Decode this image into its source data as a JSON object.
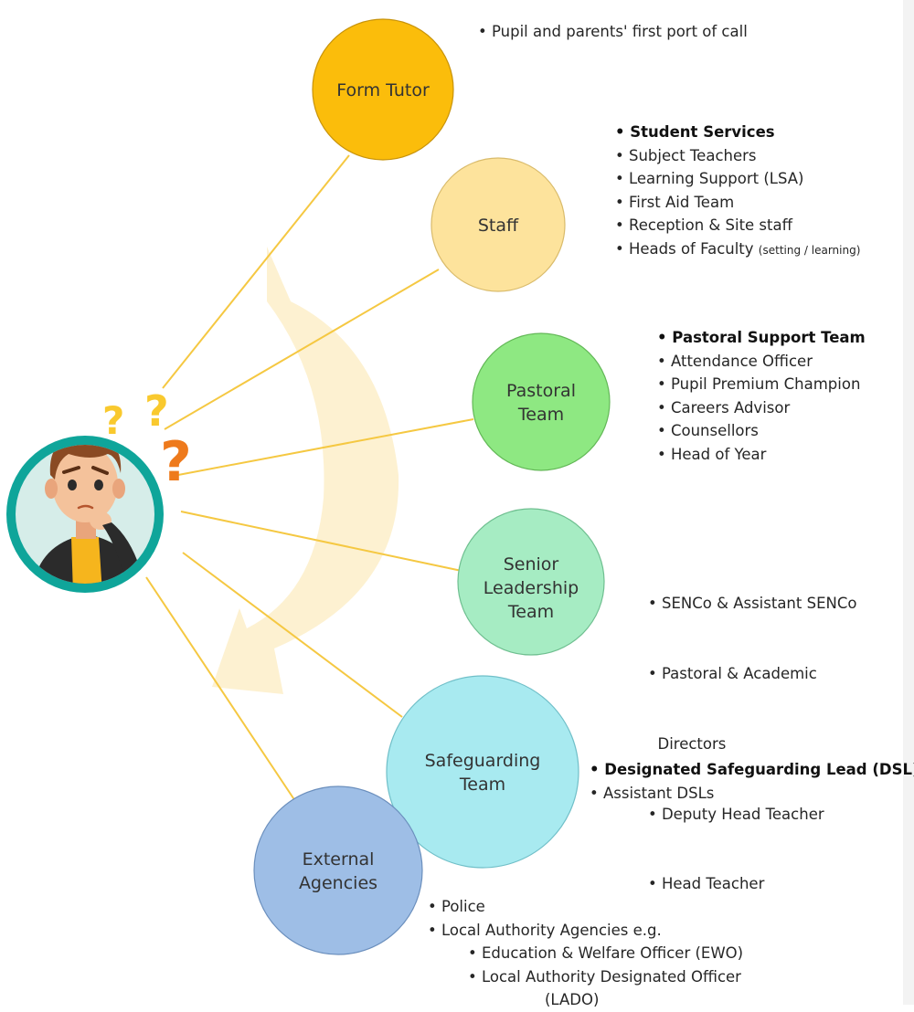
{
  "nodes": [
    {
      "id": "form-tutor",
      "lines": [
        "Form Tutor"
      ],
      "color": "#fbbd0b",
      "stroke": "#c8930a"
    },
    {
      "id": "staff",
      "lines": [
        "Staff"
      ],
      "color": "#fde39c",
      "stroke": "#d9bb6b"
    },
    {
      "id": "pastoral-team",
      "lines": [
        "Pastoral",
        "Team"
      ],
      "color": "#8ee882",
      "stroke": "#63b857"
    },
    {
      "id": "senior-leadership-team",
      "lines": [
        "Senior",
        "Leadership",
        "Team"
      ],
      "color": "#a6ecc3",
      "stroke": "#6fbf90"
    },
    {
      "id": "safeguarding-team",
      "lines": [
        "Safeguarding",
        "Team"
      ],
      "color": "#a8eaf0",
      "stroke": "#70bfc8"
    },
    {
      "id": "external-agencies",
      "lines": [
        "External",
        "Agencies"
      ],
      "color": "#9ebee6",
      "stroke": "#6b8fbd"
    }
  ],
  "lists": {
    "form_tutor": [
      {
        "text": "• Pupil and parents' first port of call"
      }
    ],
    "staff": [
      {
        "text": "• Student Services",
        "bold": true
      },
      {
        "text": "• Subject Teachers"
      },
      {
        "text": "• Learning Support (LSA)"
      },
      {
        "text": "• First Aid Team"
      },
      {
        "text": "• Reception & Site staff"
      },
      {
        "text": "• Heads of Faculty",
        "small": "(setting / learning)"
      }
    ],
    "pastoral": [
      {
        "text": "• Pastoral Support Team",
        "bold": true
      },
      {
        "text": "• Attendance Officer"
      },
      {
        "text": "• Pupil Premium Champion"
      },
      {
        "text": "• Careers Advisor"
      },
      {
        "text": "• Counsellors"
      },
      {
        "text": "• Head of Year"
      }
    ],
    "senior": [
      {
        "text": "• SENCo & Assistant SENCo"
      },
      {
        "text": "• Pastoral & Academic"
      },
      {
        "text": "  Directors"
      },
      {
        "text": "• Deputy Head Teacher"
      },
      {
        "text": "• Head Teacher"
      }
    ],
    "safeguarding": [
      {
        "text": "• Designated Safeguarding Lead (DSL)",
        "bold": true
      },
      {
        "text": "• Assistant DSLs"
      }
    ],
    "external": [
      {
        "text": "• Police"
      },
      {
        "text": "• Local Authority Agencies e.g."
      },
      {
        "text": "• Education & Welfare Officer (EWO)",
        "indent": 1
      },
      {
        "text": "• Local Authority Designated Officer",
        "indent": 1
      },
      {
        "text": "(LADO)",
        "indent": 2
      }
    ]
  },
  "icons": {
    "pupil": "thinking-pupil-icon",
    "arrow": "curved-arrow-icon"
  },
  "colors": {
    "connector": "#f5c842",
    "arrow": "#fdf0cf",
    "avatar_ring": "#0fa59a",
    "avatar_bg": "#d6ede9",
    "question_yellow": "#f9c92e",
    "question_orange": "#ee7a1c"
  }
}
